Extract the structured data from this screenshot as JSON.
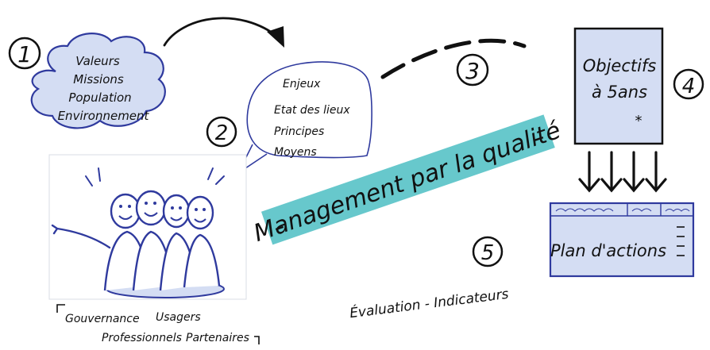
{
  "colors": {
    "ink": "#111111",
    "blue_ink": "#2f3a9e",
    "doc_fill": "#d4ddf3",
    "teal_highlight": "#56c2c7"
  },
  "steps": {
    "s1": "1",
    "s2": "2",
    "s3": "3",
    "s4": "4",
    "s5": "5"
  },
  "cloud": {
    "lines": [
      "Valeurs",
      "Missions",
      "Population",
      "Environnement"
    ]
  },
  "bubble": {
    "lines": [
      "Enjeux",
      "Etat des lieux",
      "Principes",
      "Moyens"
    ]
  },
  "objectives": {
    "line1": "Objectifs",
    "line2": "à 5ans",
    "star": "*"
  },
  "plan": {
    "title": "Plan d'actions"
  },
  "banner": {
    "text": "Management par la qualité"
  },
  "evaluation": {
    "text": "Évaluation - Indicateurs"
  },
  "stakeholders": {
    "gouvernance": "Gouvernance",
    "usagers": "Usagers",
    "professionnels": "Professionnels",
    "partenaires": "Partenaires"
  },
  "icons": [
    "arrow-icon",
    "dashed-arrow-icon",
    "down-arrows-icon",
    "people-group-icon",
    "star-icon"
  ]
}
